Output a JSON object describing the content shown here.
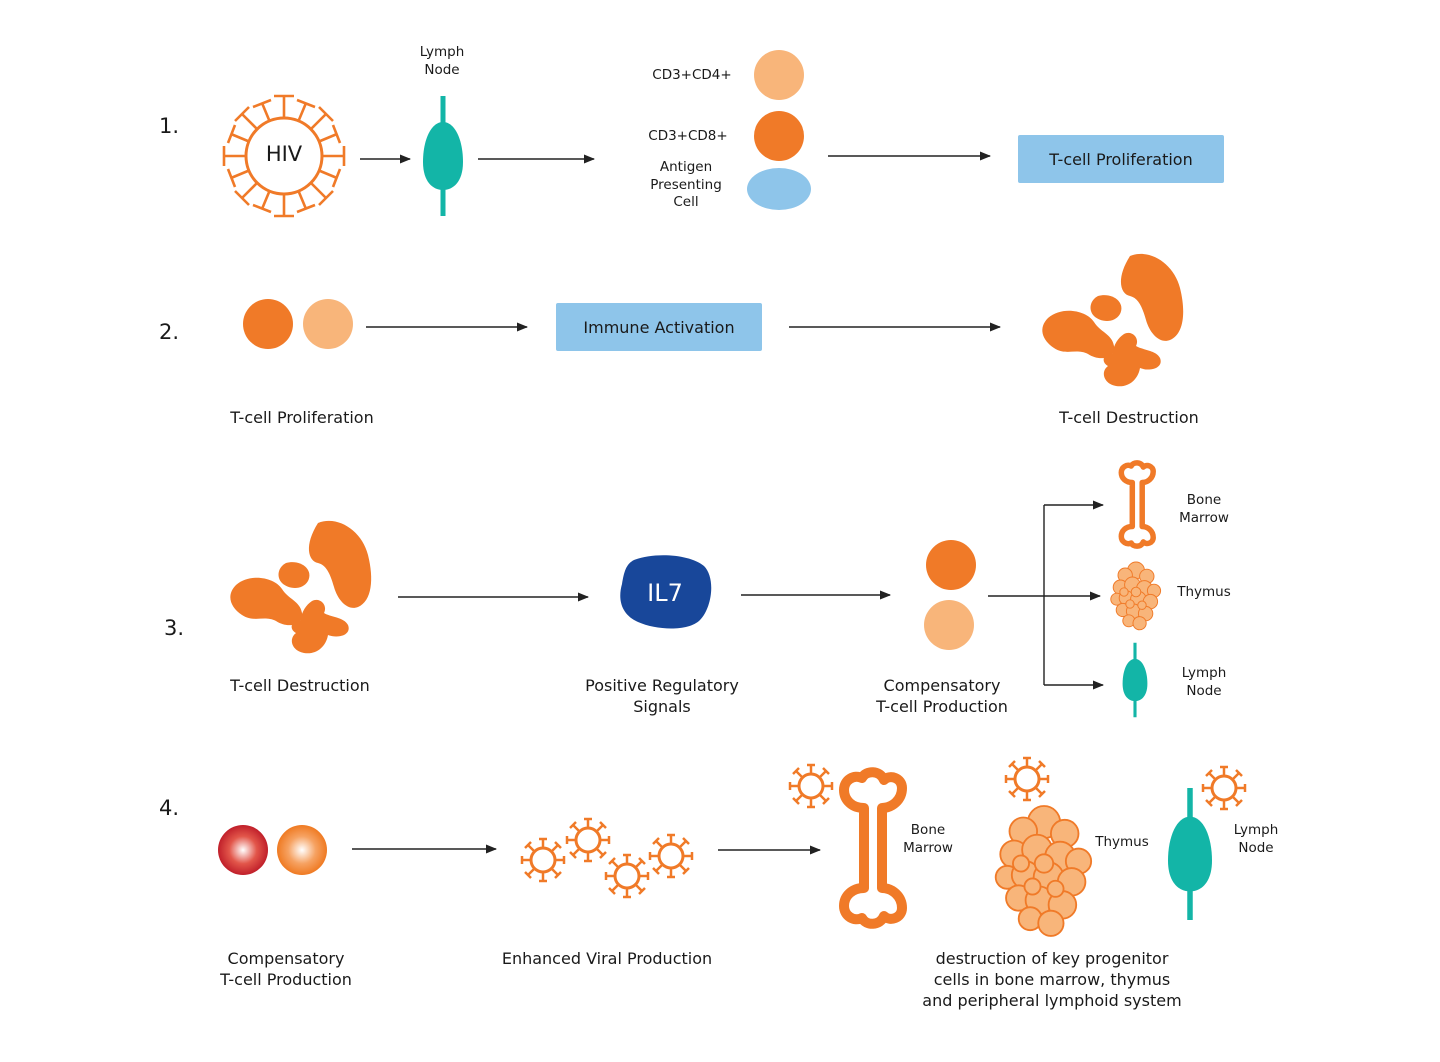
{
  "steps": [
    "1.",
    "2.",
    "3.",
    "4."
  ],
  "row1": {
    "virus": "HIV",
    "lymph_node": "Lymph\nNode",
    "cd4": "CD3+CD4+",
    "cd8": "CD3+CD8+",
    "apc": "Antigen\nPresenting\nCell",
    "result": "T-cell Proliferation"
  },
  "row2": {
    "left": "T-cell Proliferation",
    "middle": "Immune Activation",
    "right": "T-cell Destruction"
  },
  "row3": {
    "left": "T-cell Destruction",
    "signal": "IL7",
    "signal_label": "Positive Regulatory\nSignals",
    "production": "Compensatory\nT-cell Production",
    "bone_marrow": "Bone\nMarrow",
    "thymus": "Thymus",
    "lymph_node": "Lymph\nNode"
  },
  "row4": {
    "left": "Compensatory\nT-cell Production",
    "middle": "Enhanced Viral Production",
    "bone_marrow": "Bone\nMarrow",
    "thymus": "Thymus",
    "lymph_node": "Lymph\nNode",
    "result": "destruction of key progenitor\ncells in bone marrow, thymus\nand peripheral lymphoid system"
  },
  "colors": {
    "orange": "#f07a28",
    "light_orange": "#f8b57a",
    "teal": "#13b5a7",
    "light_blue": "#8ec5ea",
    "navy": "#18479a"
  }
}
